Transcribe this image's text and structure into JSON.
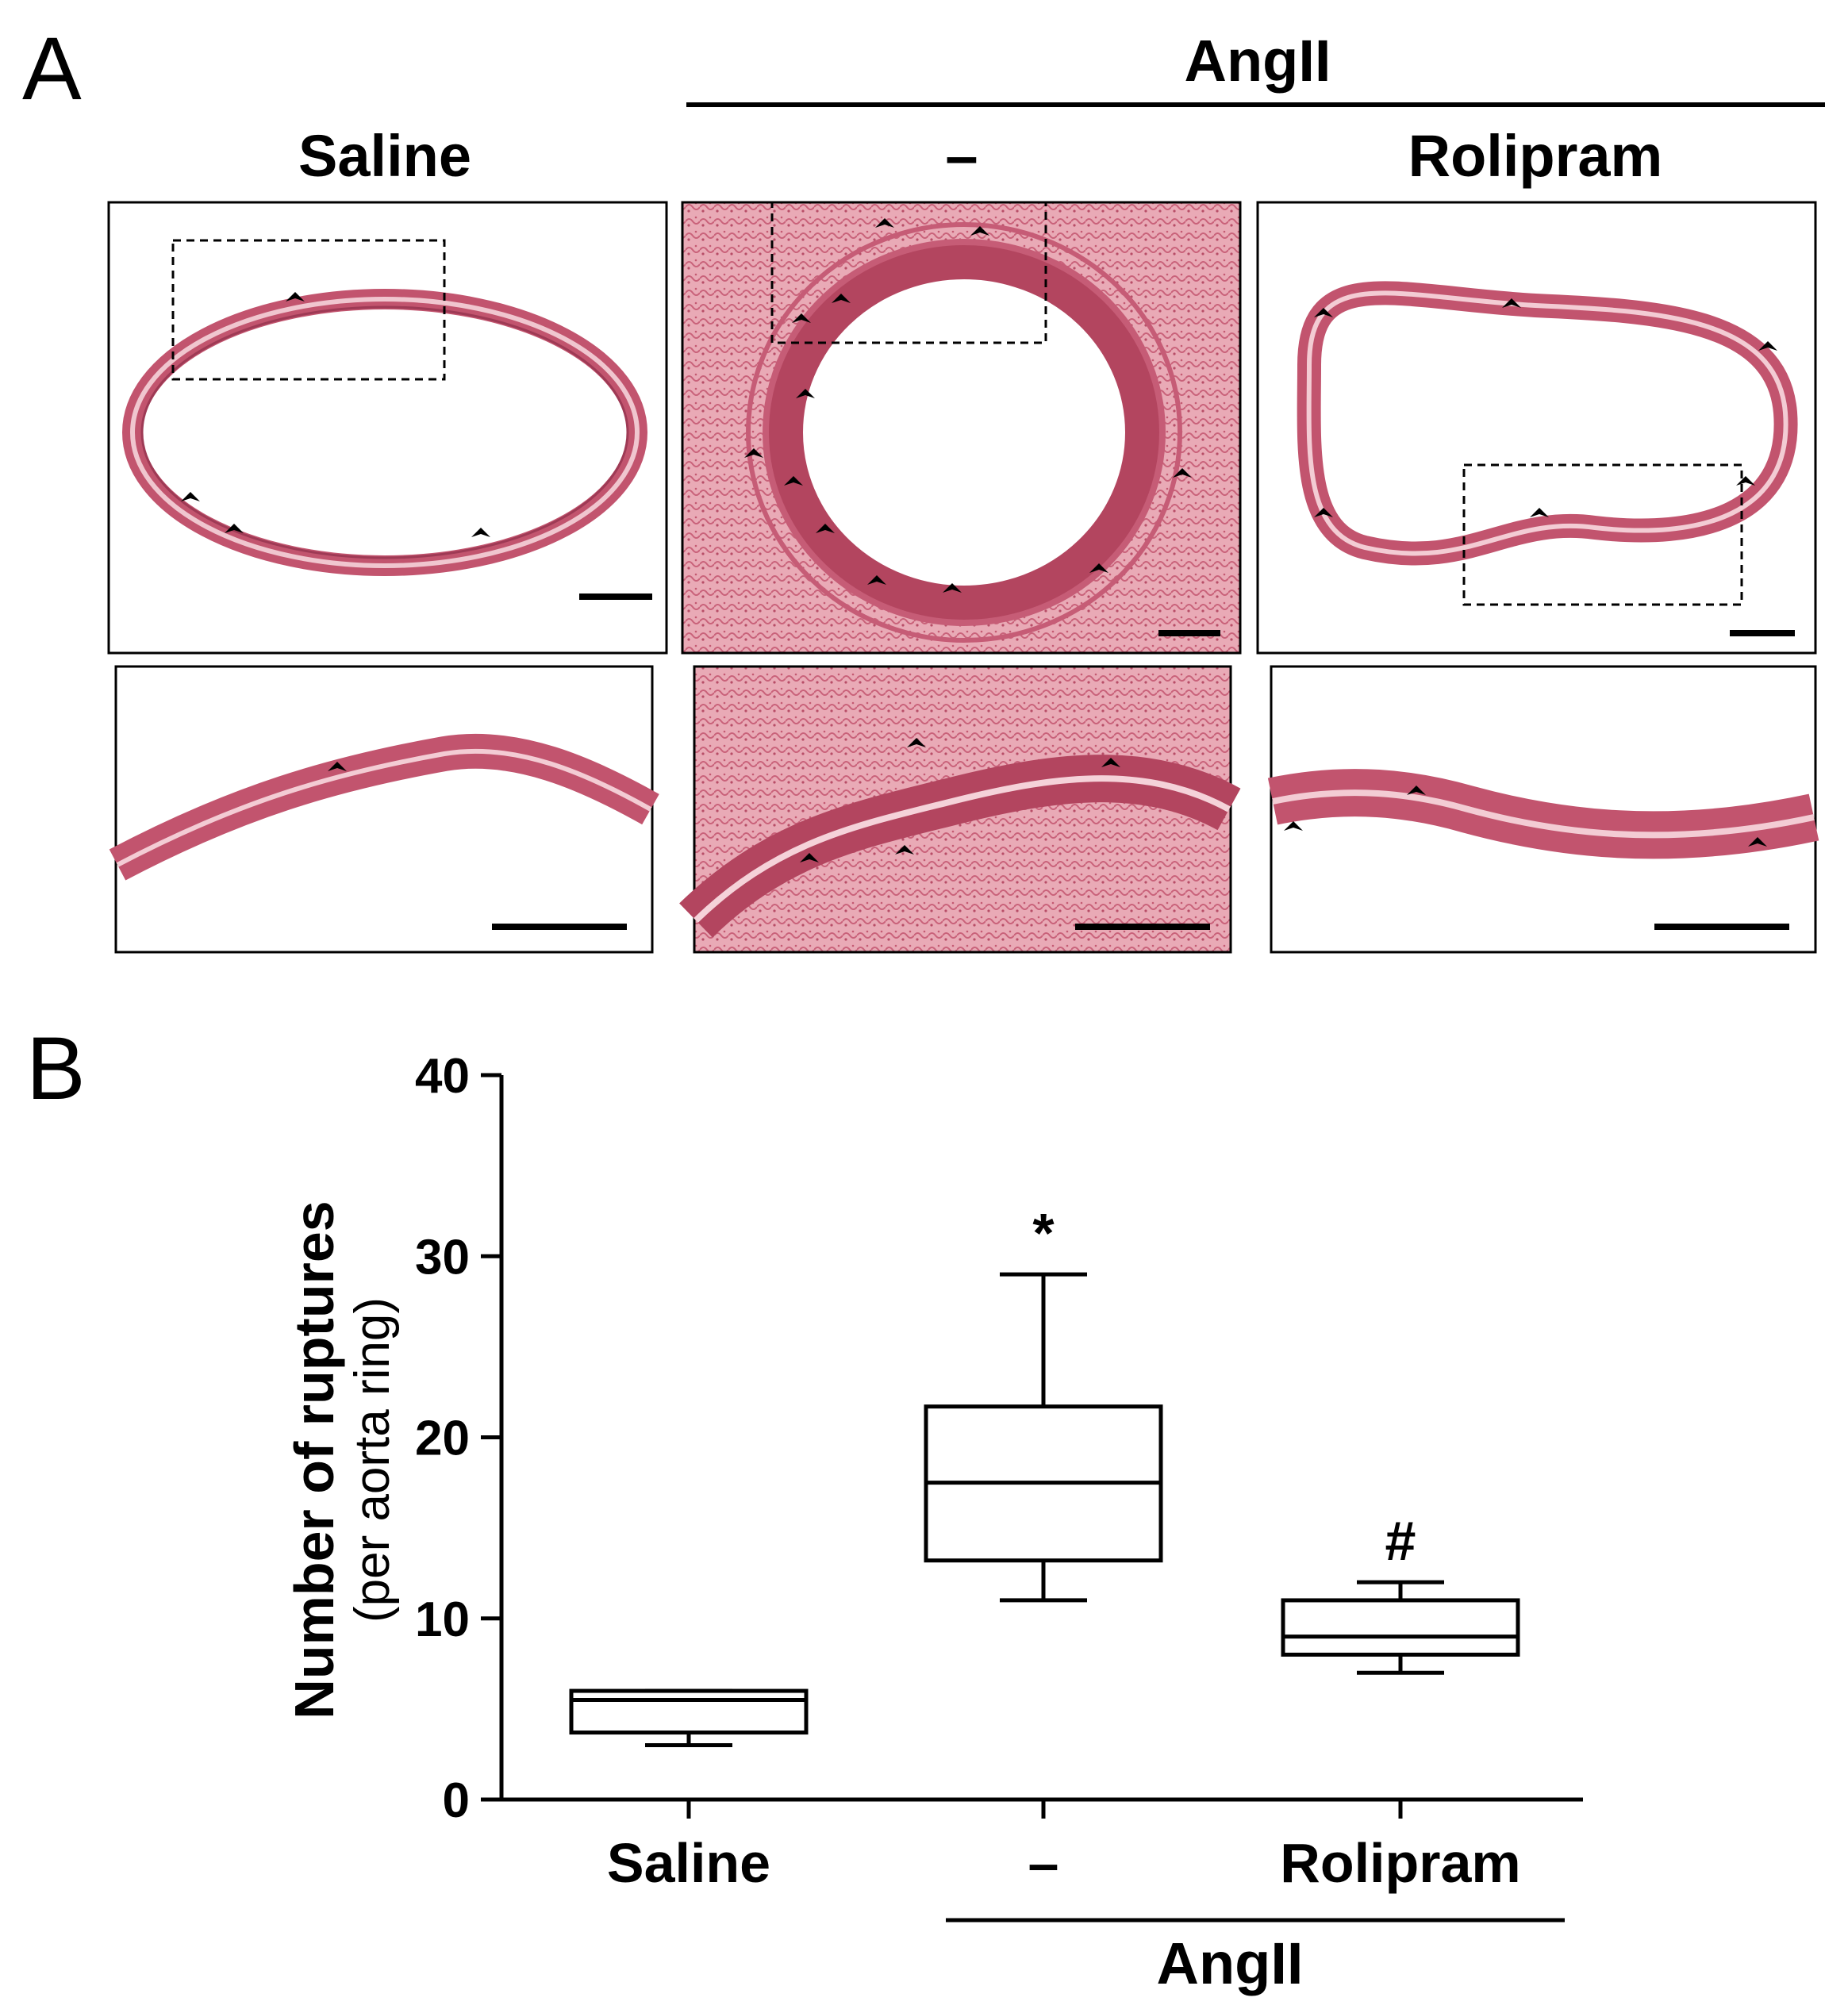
{
  "panel_a": {
    "letter": "A",
    "group_label": "AngII",
    "columns": [
      "Saline",
      "–",
      "Rolipram"
    ]
  },
  "panel_b": {
    "letter": "B",
    "group_label": "AngII"
  },
  "chart_data": {
    "type": "box",
    "categories": [
      "Saline",
      "–",
      "Rolipram"
    ],
    "ylabel": "Number of ruptures",
    "ylabel_sub": "(per aorta ring)",
    "ylim": [
      0,
      40
    ],
    "yticks": [
      0,
      10,
      20,
      30,
      40
    ],
    "grid": false,
    "boxes": [
      {
        "category": "Saline",
        "min": 3,
        "q1": 3.7,
        "median": 5.5,
        "q3": 6,
        "max": 6,
        "annotation": ""
      },
      {
        "category": "–",
        "min": 11,
        "q1": 13.2,
        "median": 17.5,
        "q3": 21.7,
        "max": 29,
        "annotation": "*"
      },
      {
        "category": "Rolipram",
        "min": 7,
        "q1": 8,
        "median": 9,
        "q3": 11,
        "max": 12,
        "annotation": "#"
      }
    ],
    "colors": {
      "stroke": "#000000",
      "fill": "#ffffff"
    }
  },
  "colors": {
    "tissue": "#d05a73",
    "tissue_light": "#f2c4cc",
    "tissue_bg_angii": "#eab3bd",
    "background": "#ffffff"
  }
}
